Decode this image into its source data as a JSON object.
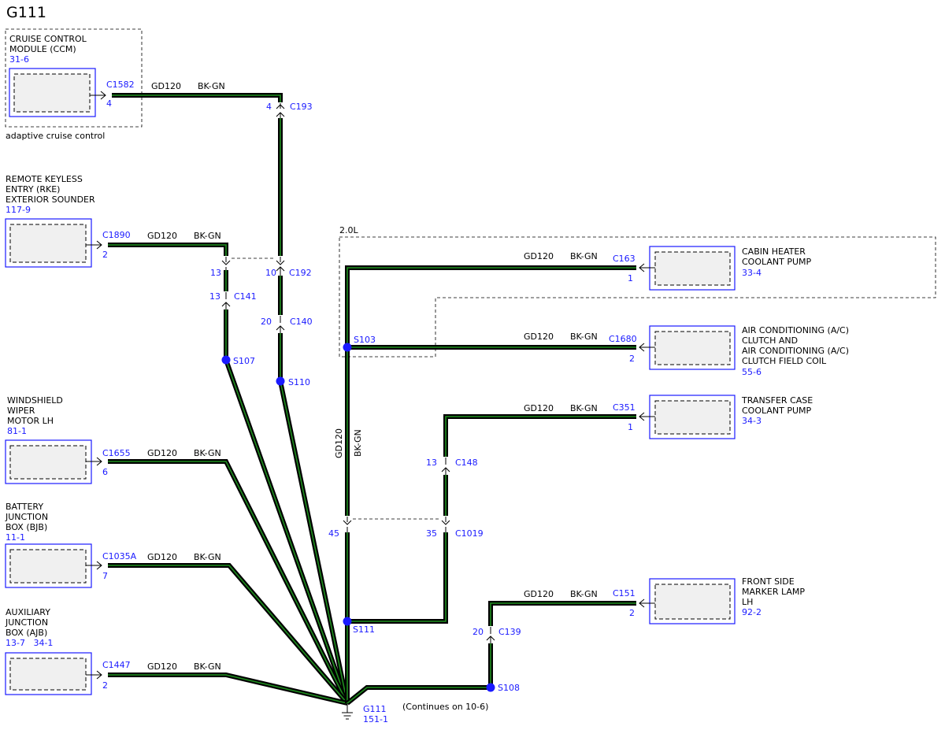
{
  "diagram_title": "G111",
  "wire_circuit": "GD120",
  "wire_color": "BK-GN",
  "ground": {
    "name": "G111",
    "ref": "151-1",
    "continues": "(Continues on 10-6)"
  },
  "option_label": "2.0L",
  "components": {
    "ccm": {
      "lines": [
        "CRUISE CONTROL",
        "MODULE (CCM)"
      ],
      "ref": "31-6",
      "connector": "C1582",
      "pin": "4",
      "note": "adaptive cruise control"
    },
    "rke": {
      "lines": [
        "REMOTE KEYLESS",
        "ENTRY (RKE)",
        "EXTERIOR SOUNDER"
      ],
      "ref": "117-9",
      "connector": "C1890",
      "pin": "2"
    },
    "wiper": {
      "lines": [
        "WINDSHIELD",
        "WIPER",
        "MOTOR LH"
      ],
      "ref": "81-1",
      "connector": "C1655",
      "pin": "6"
    },
    "bjb": {
      "lines": [
        "BATTERY",
        "JUNCTION",
        "BOX (BJB)"
      ],
      "ref": "11-1",
      "connector": "C1035A",
      "pin": "7"
    },
    "ajb": {
      "lines": [
        "AUXILIARY",
        "JUNCTION",
        "BOX (AJB)"
      ],
      "ref": "13-7   34-1",
      "connector": "C1447",
      "pin": "2"
    },
    "heater_pump": {
      "lines": [
        "CABIN HEATER",
        "COOLANT PUMP"
      ],
      "ref": "33-4",
      "connector": "C163",
      "pin": "1"
    },
    "ac_clutch": {
      "lines": [
        "AIR CONDITIONING (A/C)",
        "CLUTCH AND",
        "AIR CONDITIONING (A/C)",
        "CLUTCH FIELD COIL"
      ],
      "ref": "55-6",
      "connector": "C1680",
      "pin": "2"
    },
    "transfer_pump": {
      "lines": [
        "TRANSFER CASE",
        "COOLANT PUMP"
      ],
      "ref": "34-3",
      "connector": "C351",
      "pin": "1"
    },
    "marker_lamp": {
      "lines": [
        "FRONT SIDE",
        "MARKER LAMP",
        "LH"
      ],
      "ref": "92-2",
      "connector": "C151",
      "pin": "2"
    }
  },
  "inline_connectors": {
    "c193": {
      "name": "C193",
      "pin": "4"
    },
    "c192": {
      "name": "C192",
      "pin_a": "13",
      "pin_b": "10"
    },
    "c141": {
      "name": "C141",
      "pin": "13"
    },
    "c140": {
      "name": "C140",
      "pin": "20"
    },
    "c148": {
      "name": "C148",
      "pin": "13"
    },
    "c1019": {
      "name": "C1019",
      "pin_a": "45",
      "pin_b": "35"
    },
    "c139": {
      "name": "C139",
      "pin": "20"
    }
  },
  "splices": {
    "s107": "S107",
    "s110": "S110",
    "s103": "S103",
    "s111": "S111",
    "s108": "S108"
  },
  "colors": {
    "connector_blue": "#1a1aff",
    "wire_outline": "#000000",
    "wire_core": "#1f8f1f",
    "component_fill": "#f0f0f0"
  }
}
